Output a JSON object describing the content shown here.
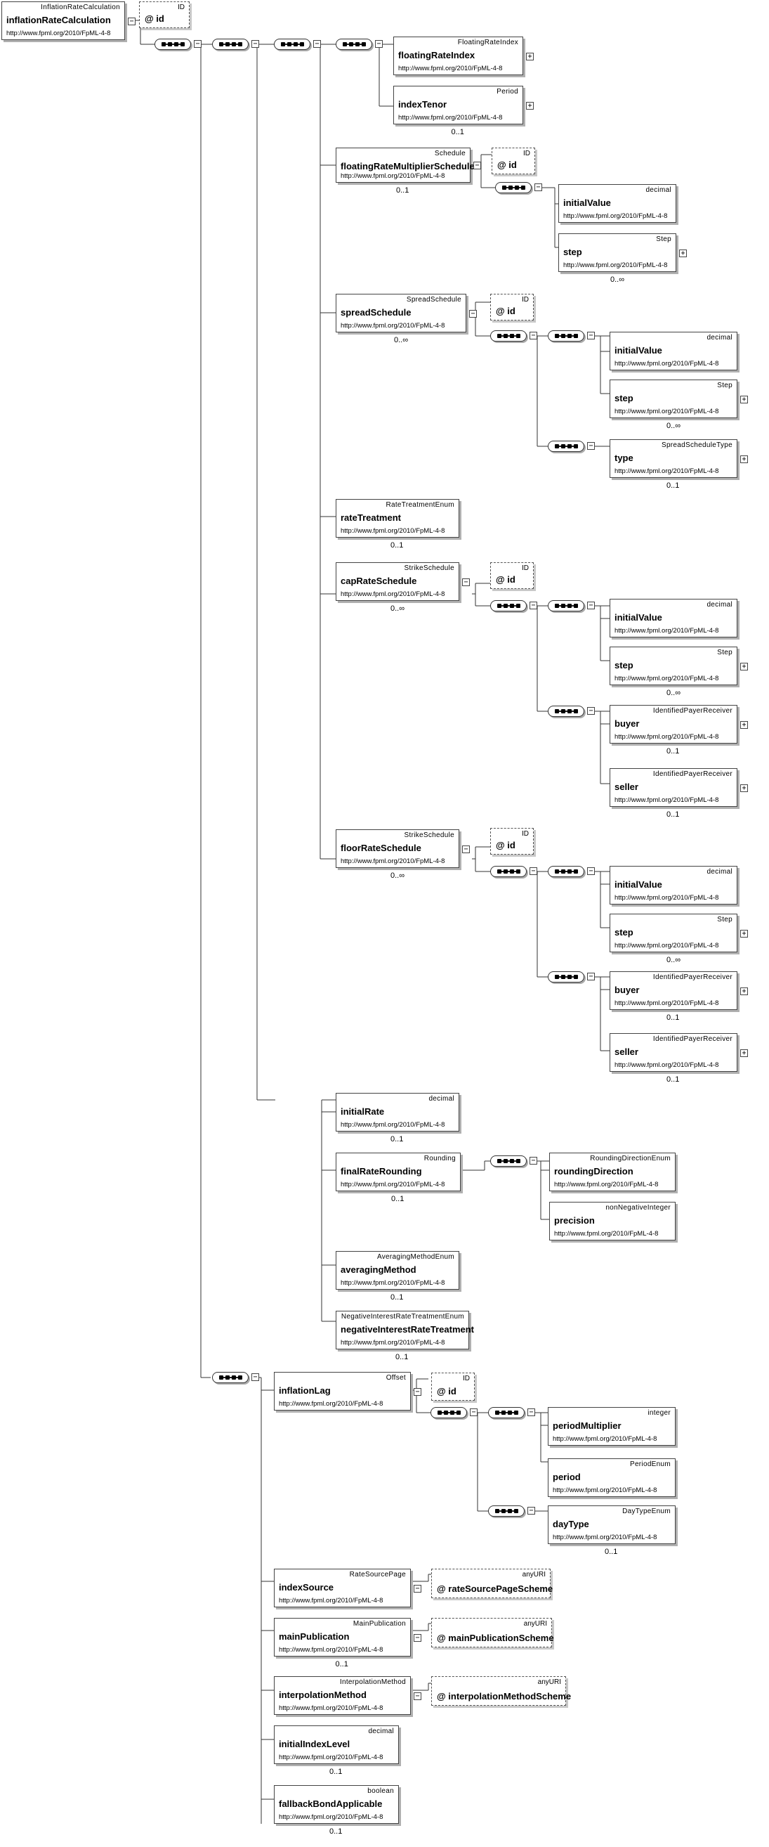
{
  "elements": [
    {
      "type": "InflationRateCalculation",
      "name": "inflationRateCalculation",
      "ns": "http://www.fpml.org/2010/FpML-4-8"
    },
    {
      "type": "FloatingRateIndex",
      "name": "floatingRateIndex",
      "ns": "http://www.fpml.org/2010/FpML-4-8"
    },
    {
      "type": "Period",
      "name": "indexTenor",
      "ns": "http://www.fpml.org/2010/FpML-4-8",
      "card": "0..1"
    },
    {
      "type": "Schedule",
      "name": "floatingRateMultiplierSchedule",
      "ns": "http://www.fpml.org/2010/FpML-4-8",
      "card": "0..1"
    },
    {
      "type": "decimal",
      "name": "initialValue",
      "ns": "http://www.fpml.org/2010/FpML-4-8"
    },
    {
      "type": "Step",
      "name": "step",
      "ns": "http://www.fpml.org/2010/FpML-4-8",
      "card": "0..∞"
    },
    {
      "type": "SpreadSchedule",
      "name": "spreadSchedule",
      "ns": "http://www.fpml.org/2010/FpML-4-8",
      "card": "0..∞"
    },
    {
      "type": "decimal",
      "name": "initialValue",
      "ns": "http://www.fpml.org/2010/FpML-4-8"
    },
    {
      "type": "Step",
      "name": "step",
      "ns": "http://www.fpml.org/2010/FpML-4-8",
      "card": "0..∞"
    },
    {
      "type": "SpreadScheduleType",
      "name": "type",
      "ns": "http://www.fpml.org/2010/FpML-4-8",
      "card": "0..1"
    },
    {
      "type": "RateTreatmentEnum",
      "name": "rateTreatment",
      "ns": "http://www.fpml.org/2010/FpML-4-8",
      "card": "0..1"
    },
    {
      "type": "StrikeSchedule",
      "name": "capRateSchedule",
      "ns": "http://www.fpml.org/2010/FpML-4-8",
      "card": "0..∞"
    },
    {
      "type": "decimal",
      "name": "initialValue",
      "ns": "http://www.fpml.org/2010/FpML-4-8"
    },
    {
      "type": "Step",
      "name": "step",
      "ns": "http://www.fpml.org/2010/FpML-4-8",
      "card": "0..∞"
    },
    {
      "type": "IdentifiedPayerReceiver",
      "name": "buyer",
      "ns": "http://www.fpml.org/2010/FpML-4-8",
      "card": "0..1"
    },
    {
      "type": "IdentifiedPayerReceiver",
      "name": "seller",
      "ns": "http://www.fpml.org/2010/FpML-4-8",
      "card": "0..1"
    },
    {
      "type": "StrikeSchedule",
      "name": "floorRateSchedule",
      "ns": "http://www.fpml.org/2010/FpML-4-8",
      "card": "0..∞"
    },
    {
      "type": "decimal",
      "name": "initialValue",
      "ns": "http://www.fpml.org/2010/FpML-4-8"
    },
    {
      "type": "Step",
      "name": "step",
      "ns": "http://www.fpml.org/2010/FpML-4-8",
      "card": "0..∞"
    },
    {
      "type": "IdentifiedPayerReceiver",
      "name": "buyer",
      "ns": "http://www.fpml.org/2010/FpML-4-8",
      "card": "0..1"
    },
    {
      "type": "IdentifiedPayerReceiver",
      "name": "seller",
      "ns": "http://www.fpml.org/2010/FpML-4-8",
      "card": "0..1"
    },
    {
      "type": "decimal",
      "name": "initialRate",
      "ns": "http://www.fpml.org/2010/FpML-4-8",
      "card": "0..1"
    },
    {
      "type": "Rounding",
      "name": "finalRateRounding",
      "ns": "http://www.fpml.org/2010/FpML-4-8",
      "card": "0..1"
    },
    {
      "type": "RoundingDirectionEnum",
      "name": "roundingDirection",
      "ns": "http://www.fpml.org/2010/FpML-4-8"
    },
    {
      "type": "nonNegativeInteger",
      "name": "precision",
      "ns": "http://www.fpml.org/2010/FpML-4-8"
    },
    {
      "type": "AveragingMethodEnum",
      "name": "averagingMethod",
      "ns": "http://www.fpml.org/2010/FpML-4-8",
      "card": "0..1"
    },
    {
      "type": "NegativeInterestRateTreatmentEnum",
      "name": "negativeInterestRateTreatment",
      "ns": "http://www.fpml.org/2010/FpML-4-8",
      "card": "0..1"
    },
    {
      "type": "Offset",
      "name": "inflationLag",
      "ns": "http://www.fpml.org/2010/FpML-4-8"
    },
    {
      "type": "integer",
      "name": "periodMultiplier",
      "ns": "http://www.fpml.org/2010/FpML-4-8"
    },
    {
      "type": "PeriodEnum",
      "name": "period",
      "ns": "http://www.fpml.org/2010/FpML-4-8"
    },
    {
      "type": "DayTypeEnum",
      "name": "dayType",
      "ns": "http://www.fpml.org/2010/FpML-4-8",
      "card": "0..1"
    },
    {
      "type": "RateSourcePage",
      "name": "indexSource",
      "ns": "http://www.fpml.org/2010/FpML-4-8"
    },
    {
      "type": "MainPublication",
      "name": "mainPublication",
      "ns": "http://www.fpml.org/2010/FpML-4-8",
      "card": "0..1"
    },
    {
      "type": "InterpolationMethod",
      "name": "interpolationMethod",
      "ns": "http://www.fpml.org/2010/FpML-4-8"
    },
    {
      "type": "decimal",
      "name": "initialIndexLevel",
      "ns": "http://www.fpml.org/2010/FpML-4-8",
      "card": "0..1"
    },
    {
      "type": "boolean",
      "name": "fallbackBondApplicable",
      "ns": "http://www.fpml.org/2010/FpML-4-8",
      "card": "0..1"
    }
  ],
  "attributes": [
    {
      "type": "ID",
      "name": "@ id"
    },
    {
      "type": "ID",
      "name": "@ id"
    },
    {
      "type": "ID",
      "name": "@ id"
    },
    {
      "type": "ID",
      "name": "@ id"
    },
    {
      "type": "ID",
      "name": "@ id"
    },
    {
      "type": "ID",
      "name": "@ id"
    },
    {
      "type": "anyURI",
      "name": "@ rateSourcePageScheme"
    },
    {
      "type": "anyURI",
      "name": "@ mainPublicationScheme"
    },
    {
      "type": "anyURI",
      "name": "@ interpolationMethodScheme"
    }
  ],
  "symbols": {
    "collapse": "−",
    "expand": "+"
  }
}
